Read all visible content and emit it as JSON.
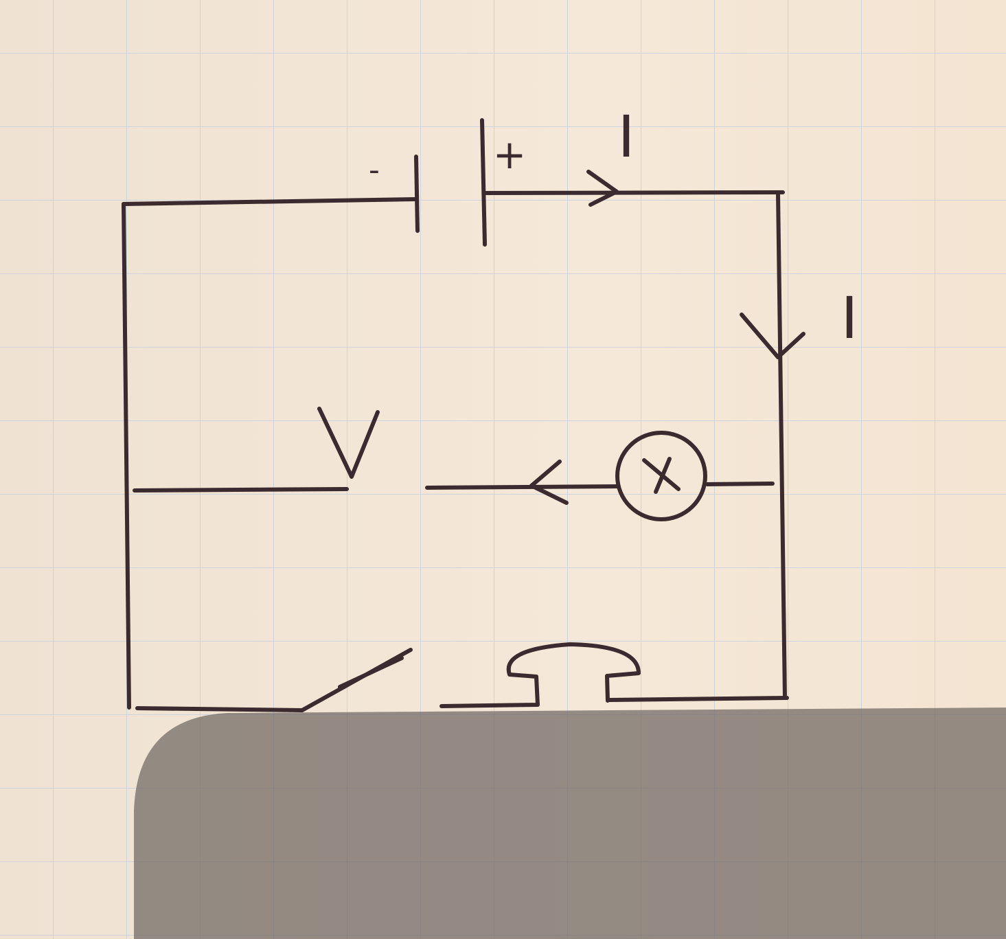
{
  "diagram": {
    "battery": {
      "negative_label": "-",
      "positive_label": "+"
    },
    "current_labels": {
      "top": "I",
      "right": "I"
    },
    "components": [
      "battery",
      "lamp",
      "push-button",
      "switch"
    ],
    "colors": {
      "paper": "#f3e6d6",
      "grid": "#cfd3dc",
      "ink": "#3b2a2e",
      "shadow": "#7d7570"
    }
  }
}
